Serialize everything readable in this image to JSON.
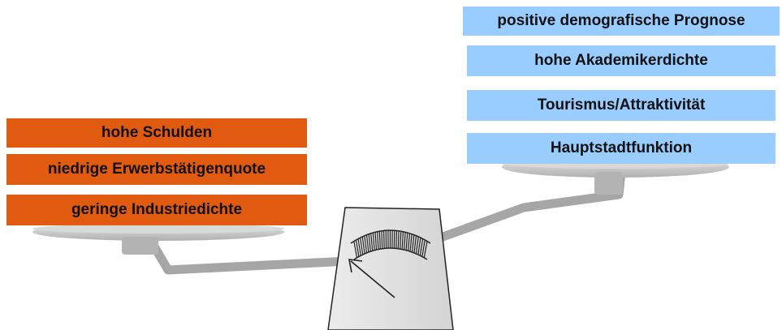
{
  "left_pan": {
    "color": "#e05a10",
    "items": [
      {
        "label": "hohe Schulden"
      },
      {
        "label": "niedrige Erwerbstätigenquote"
      },
      {
        "label": "geringe Industriedichte"
      }
    ]
  },
  "right_pan": {
    "color": "#99ccff",
    "items": [
      {
        "label": "positive demografische Prognose"
      },
      {
        "label": "hohe Akademikerdichte"
      },
      {
        "label": "Tourismus/Attraktivität"
      },
      {
        "label": "Hauptstadtfunktion"
      }
    ]
  },
  "scale": {
    "pan_color": "#c8c8c8",
    "beam_color": "#a0a0a0",
    "dial_needle": "pointing-up-left"
  }
}
